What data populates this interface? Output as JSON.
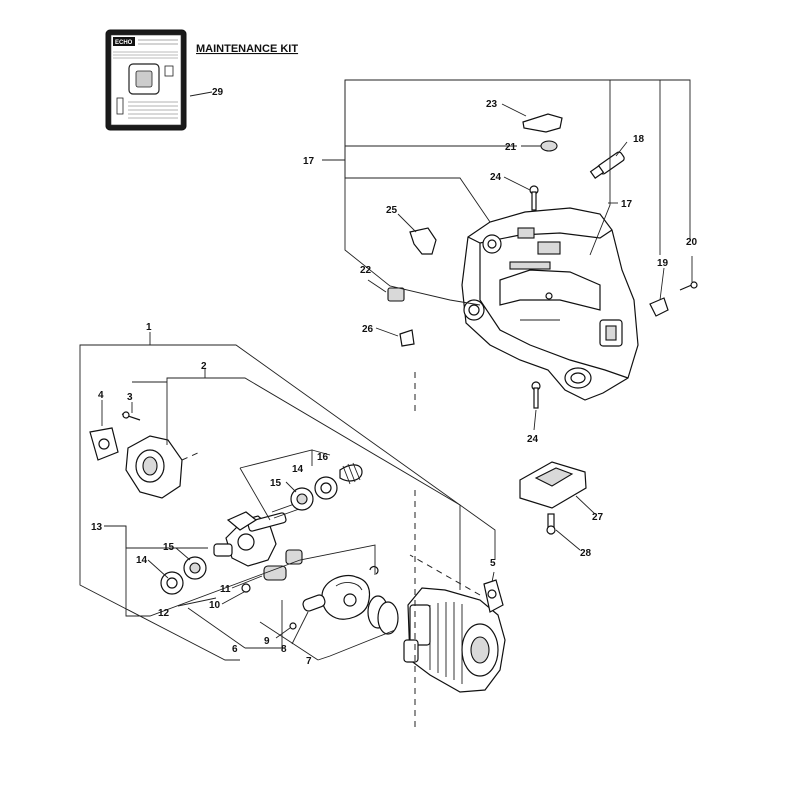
{
  "kit": {
    "title": "MAINTENANCE KIT",
    "brand": "ECHO"
  },
  "callouts": {
    "c1": "1",
    "c2": "2",
    "c3": "3",
    "c4": "4",
    "c5": "5",
    "c6": "6",
    "c7": "7",
    "c8": "8",
    "c9": "9",
    "c10": "10",
    "c11": "11",
    "c12": "12",
    "c13": "13",
    "c14a": "14",
    "c14b": "14",
    "c15a": "15",
    "c15b": "15",
    "c16": "16",
    "c17a": "17",
    "c17b": "17",
    "c18": "18",
    "c19": "19",
    "c20": "20",
    "c21": "21",
    "c22": "22",
    "c23": "23",
    "c24a": "24",
    "c24b": "24",
    "c25": "25",
    "c26": "26",
    "c27": "27",
    "c28": "28",
    "c29": "29"
  }
}
